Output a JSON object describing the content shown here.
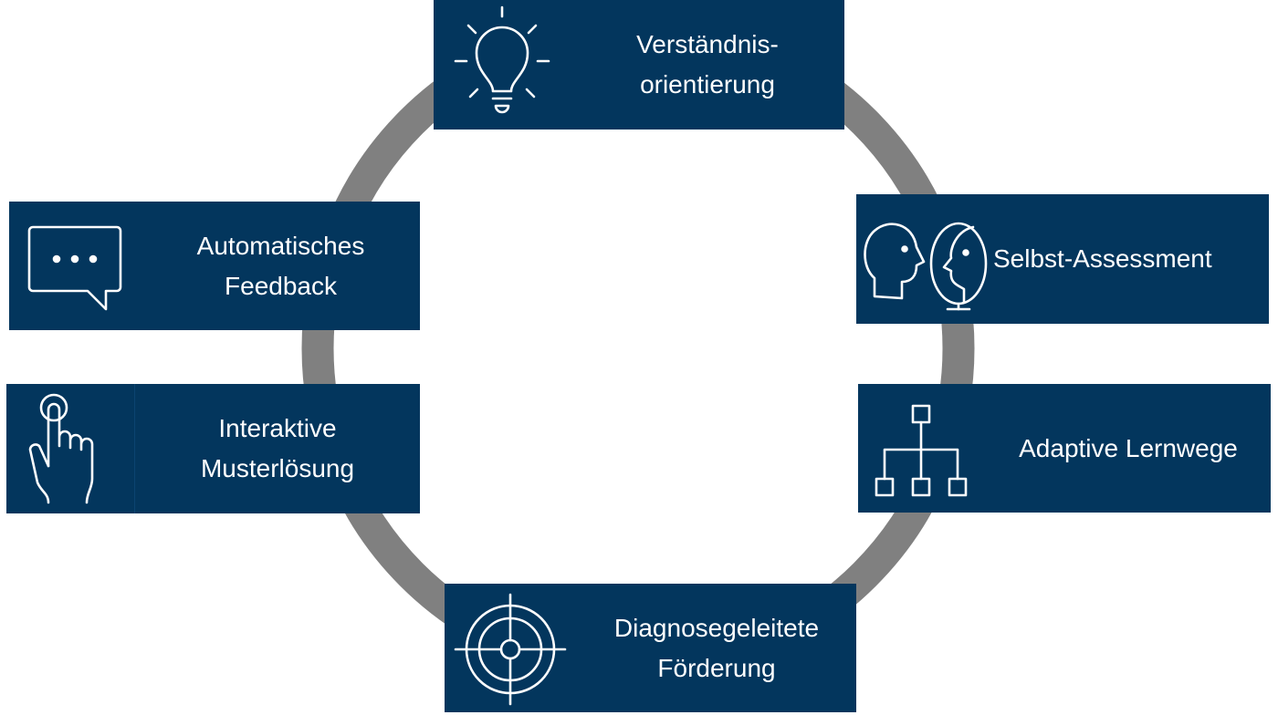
{
  "colors": {
    "box": "#03365d",
    "ring": "#808080",
    "text": "#ffffff"
  },
  "nodes": [
    {
      "id": "top",
      "icon": "lightbulb-icon",
      "lines": [
        "Verständnis-",
        "orientierung"
      ]
    },
    {
      "id": "right-upper",
      "icon": "head-mirror-icon",
      "lines": [
        "Selbst-Assessment"
      ]
    },
    {
      "id": "right-lower",
      "icon": "hierarchy-icon",
      "lines": [
        "Adaptive Lernwege"
      ]
    },
    {
      "id": "bottom",
      "icon": "target-icon",
      "lines": [
        "Diagnosegeleitete",
        "Förderung"
      ]
    },
    {
      "id": "left-lower",
      "icon": "pointing-hand-icon",
      "lines": [
        "Interaktive",
        "Musterlösung"
      ]
    },
    {
      "id": "left-upper",
      "icon": "chat-bubble-icon",
      "lines": [
        "Automatisches",
        "Feedback"
      ]
    }
  ]
}
